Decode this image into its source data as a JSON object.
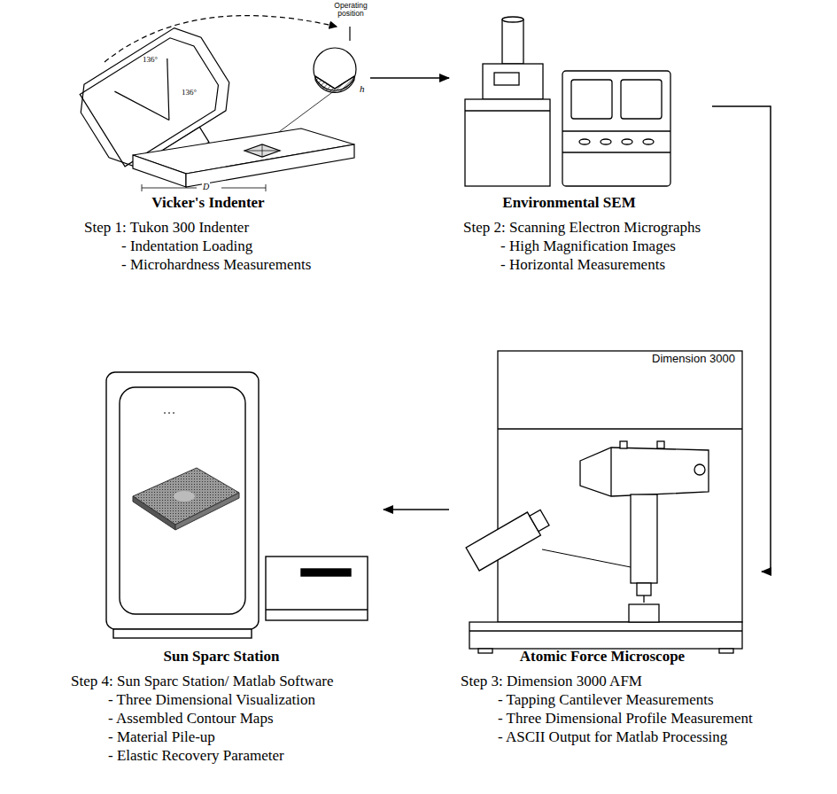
{
  "diagram": {
    "nodes": [
      {
        "text": [
          "Vicker's Indenter",
          "Step 1: Tukon 300 Indenter",
          "- Indentation Loading",
          "- Microhardness Measurements"
        ]
      },
      {
        "text": [
          "Environmental SEM",
          "Step 2: Scanning Electron Micrographs",
          "- High Magnification Images",
          "- Horizontal Measurements"
        ]
      },
      {
        "text": [
          "Atomic Force Microscope",
          "Step 3: Dimension 3000 AFM",
          "- Tapping Cantilever Measurements",
          "- Three Dimensional Profile Measurement",
          "- ASCII Output for Matlab Processing"
        ]
      },
      {
        "text": [
          "Sun Sparc Station",
          "Step 4: Sun Sparc Station/ Matlab Software",
          "- Three Dimensional Visualization",
          "- Assembled Contour Maps",
          "- Material Pile-up",
          "- Elastic Recovery Parameter"
        ]
      }
    ],
    "edges": [
      {
        "from": 0,
        "to": 1,
        "arrow": "to"
      },
      {
        "from": 1,
        "to": 2,
        "arrow": "to"
      },
      {
        "from": 2,
        "to": 3,
        "arrow": "to"
      }
    ],
    "labels": [
      "Operating position",
      "136°",
      "136°",
      "h",
      "D",
      "Dimension 3000"
    ]
  }
}
